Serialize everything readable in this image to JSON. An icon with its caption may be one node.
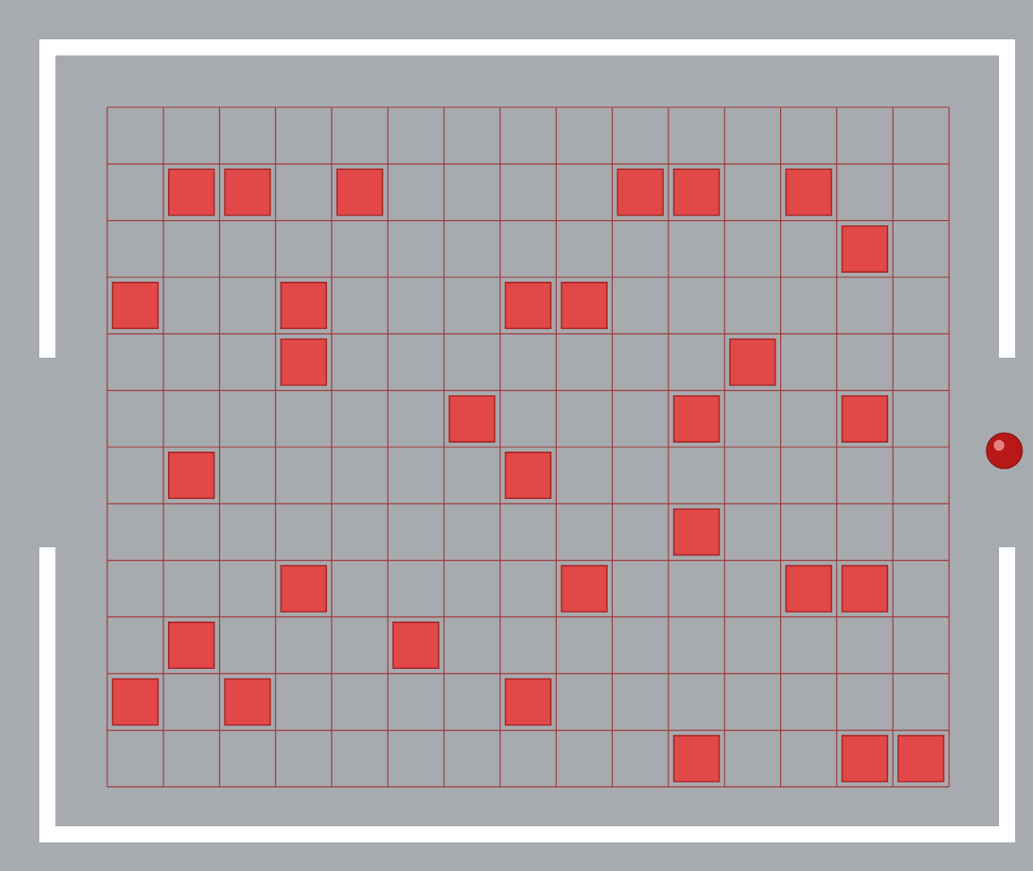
{
  "diagram": {
    "nodes": [
      {
        "text": [],
        "shape": "box"
      },
      {
        "text": [],
        "shape": "box"
      },
      {
        "text": [],
        "shape": "box"
      },
      {
        "text": [],
        "shape": "box"
      },
      {
        "text": [],
        "shape": "box"
      },
      {
        "text": [],
        "shape": "box"
      },
      {
        "text": [],
        "shape": "box"
      },
      {
        "text": [],
        "shape": "box"
      },
      {
        "text": [],
        "shape": "box"
      },
      {
        "text": [],
        "shape": "box"
      },
      {
        "text": [],
        "shape": "box"
      },
      {
        "text": [],
        "shape": "box"
      },
      {
        "text": [],
        "shape": "box"
      },
      {
        "text": [],
        "shape": "box"
      },
      {
        "text": [],
        "shape": "box"
      },
      {
        "text": [],
        "shape": "box"
      },
      {
        "text": [],
        "shape": "box"
      },
      {
        "text": [],
        "shape": "box"
      },
      {
        "text": [],
        "shape": "box"
      },
      {
        "text": [],
        "shape": "box"
      },
      {
        "text": [],
        "shape": "box"
      },
      {
        "text": [],
        "shape": "box"
      },
      {
        "text": [],
        "shape": "box"
      },
      {
        "text": [],
        "shape": "box"
      },
      {
        "text": [],
        "shape": "box"
      },
      {
        "text": [],
        "shape": "box"
      },
      {
        "text": [],
        "shape": "box"
      },
      {
        "text": [],
        "shape": "box"
      },
      {
        "text": [],
        "shape": "box"
      },
      {
        "text": [],
        "shape": "box"
      },
      {
        "text": [],
        "shape": "box"
      },
      {
        "text": [],
        "shape": "circle"
      }
    ]
  }
}
